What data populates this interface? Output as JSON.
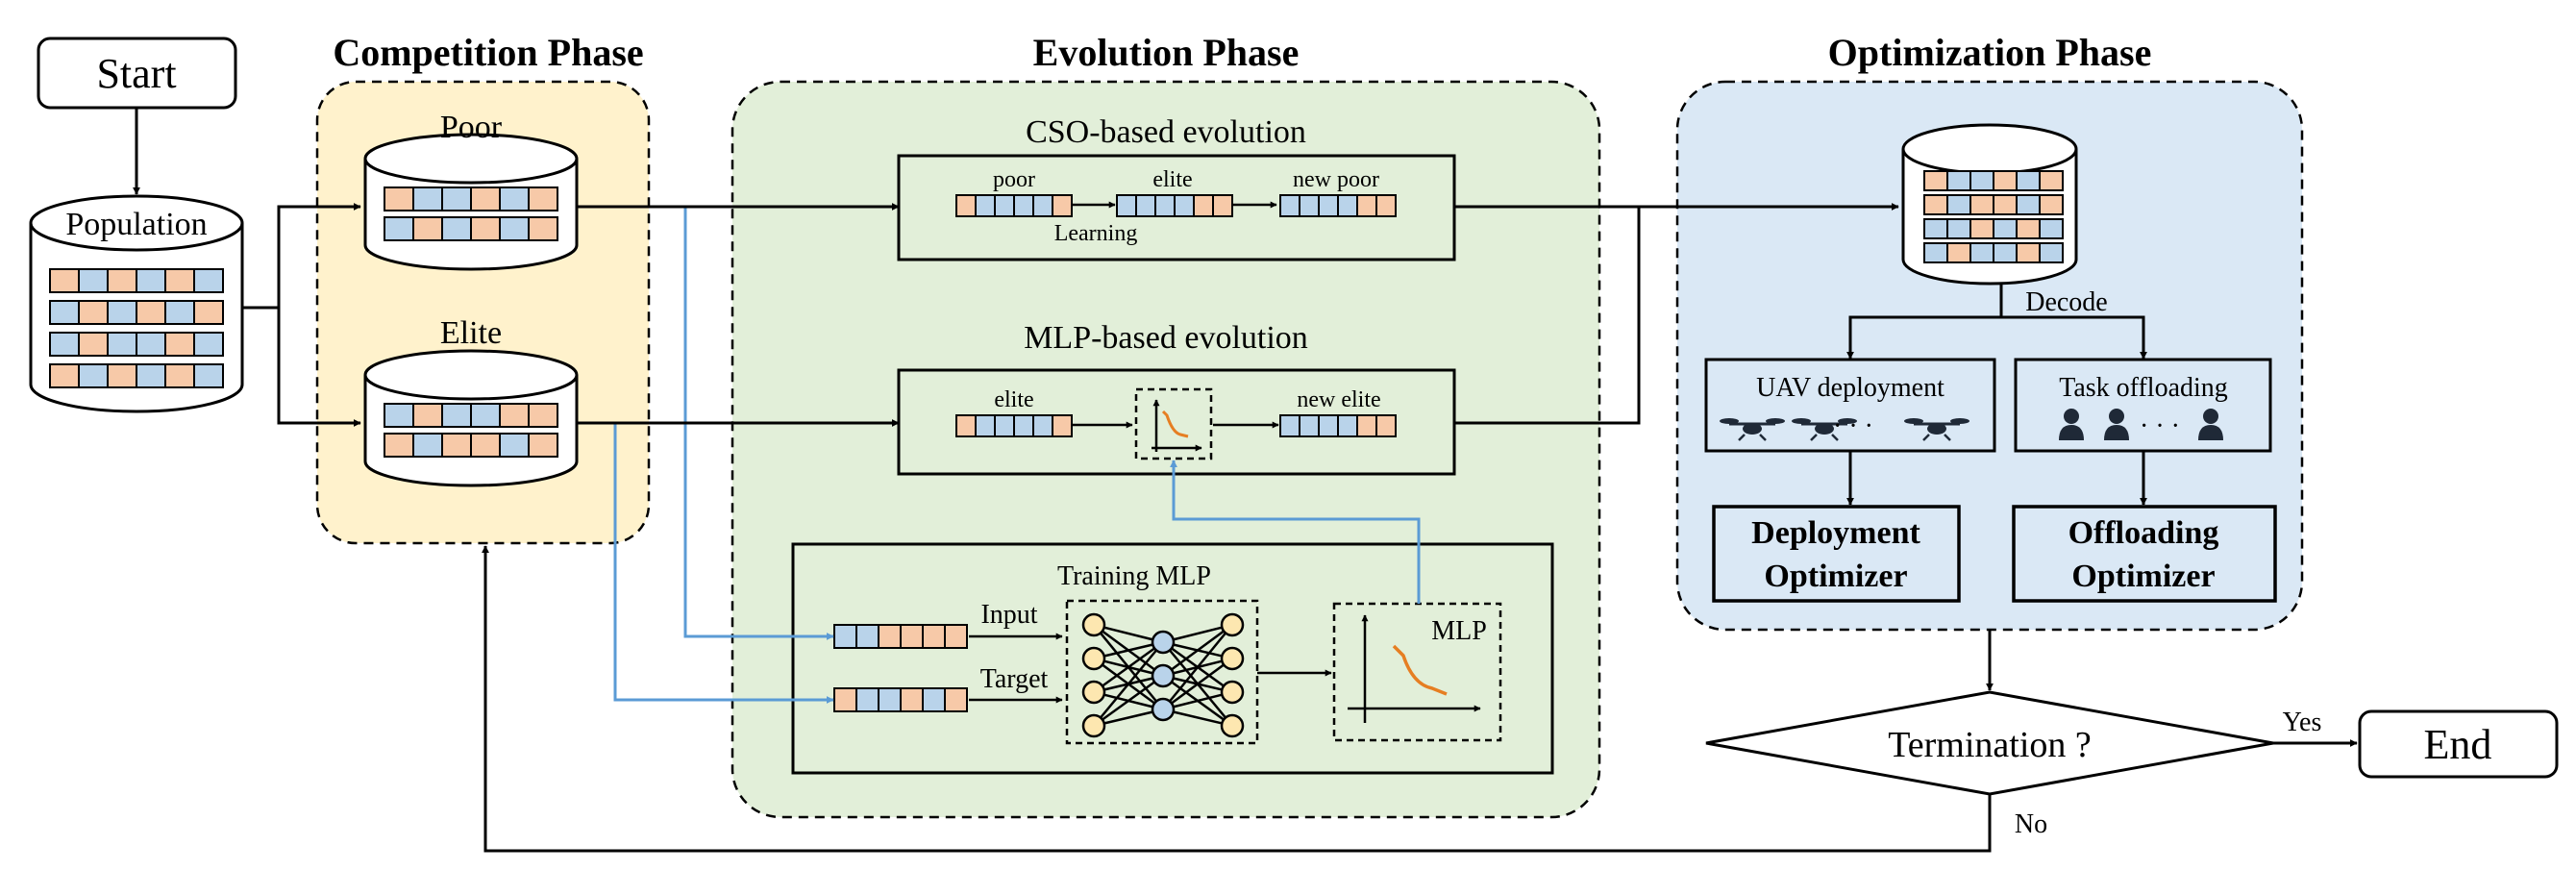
{
  "phases": {
    "competition": "Competition Phase",
    "evolution": "Evolution Phase",
    "optimization": "Optimization Phase"
  },
  "nodes": {
    "start": "Start",
    "end": "End",
    "population": "Population",
    "poor": "Poor",
    "elite": "Elite",
    "termination": "Termination ?",
    "yes": "Yes",
    "no": "No",
    "decode": "Decode"
  },
  "evolution": {
    "cso_title": "CSO-based evolution",
    "cso_poor": "poor",
    "cso_elite": "elite",
    "cso_new_poor": "new poor",
    "cso_learning": "Learning",
    "mlp_title": "MLP-based evolution",
    "mlp_elite": "elite",
    "mlp_new_elite": "new elite",
    "training_title": "Training MLP",
    "input": "Input",
    "target": "Target",
    "mlp": "MLP"
  },
  "optimization": {
    "uav_deployment": "UAV deployment",
    "task_offloading": "Task offloading",
    "deployment_optimizer_line1": "Deployment",
    "deployment_optimizer_line2": "Optimizer",
    "offloading_optimizer_line1": "Offloading",
    "offloading_optimizer_line2": "Optimizer",
    "dots": "· · ·"
  },
  "colors": {
    "orange_cell": "#f7c9a8",
    "blue_cell": "#b9d3ea",
    "competition_bg": "#fff2cc",
    "evolution_bg": "#e2efd9",
    "optimization_bg": "#dae8f5",
    "blue_arrow": "#5b9bd5",
    "curve": "#e67e22",
    "neuron": "#fde7b0"
  }
}
